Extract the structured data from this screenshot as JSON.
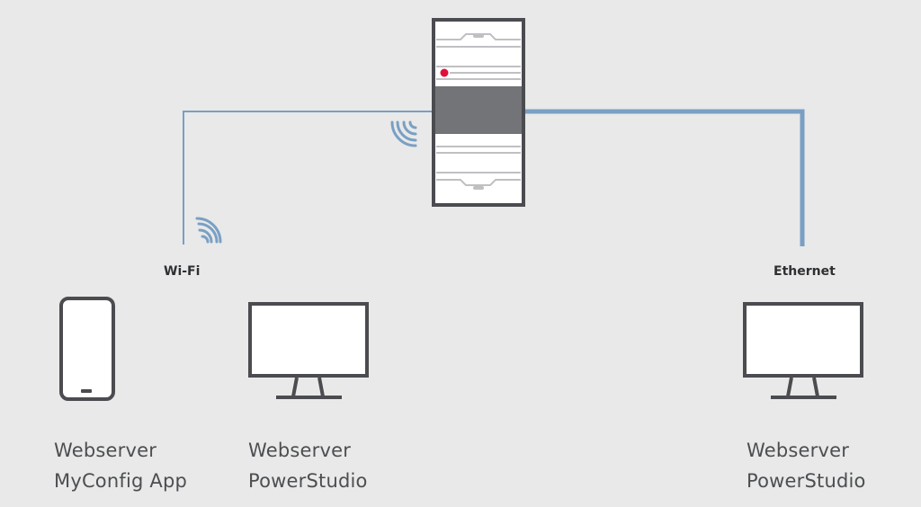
{
  "connections": {
    "wifi_label": "Wi-Fi",
    "ethernet_label": "Ethernet"
  },
  "devices": {
    "phone": {
      "line1": "Webserver",
      "line2": "MyConfig App"
    },
    "wifi_monitor": {
      "line1": "Webserver",
      "line2": "PowerStudio"
    },
    "ethernet_monitor": {
      "line1": "Webserver",
      "line2": "PowerStudio"
    }
  },
  "icons": {
    "server": "server-unit-icon",
    "wifi_signal_server": "wifi-signal-icon",
    "wifi_signal_client": "wifi-signal-icon",
    "phone": "smartphone-icon",
    "monitor": "monitor-icon"
  },
  "colors": {
    "background": "#e8e9e8",
    "line": "#7a9fc4",
    "device_stroke": "#4b4c50",
    "server_band": "#737477",
    "status_led": "#e0103b"
  }
}
